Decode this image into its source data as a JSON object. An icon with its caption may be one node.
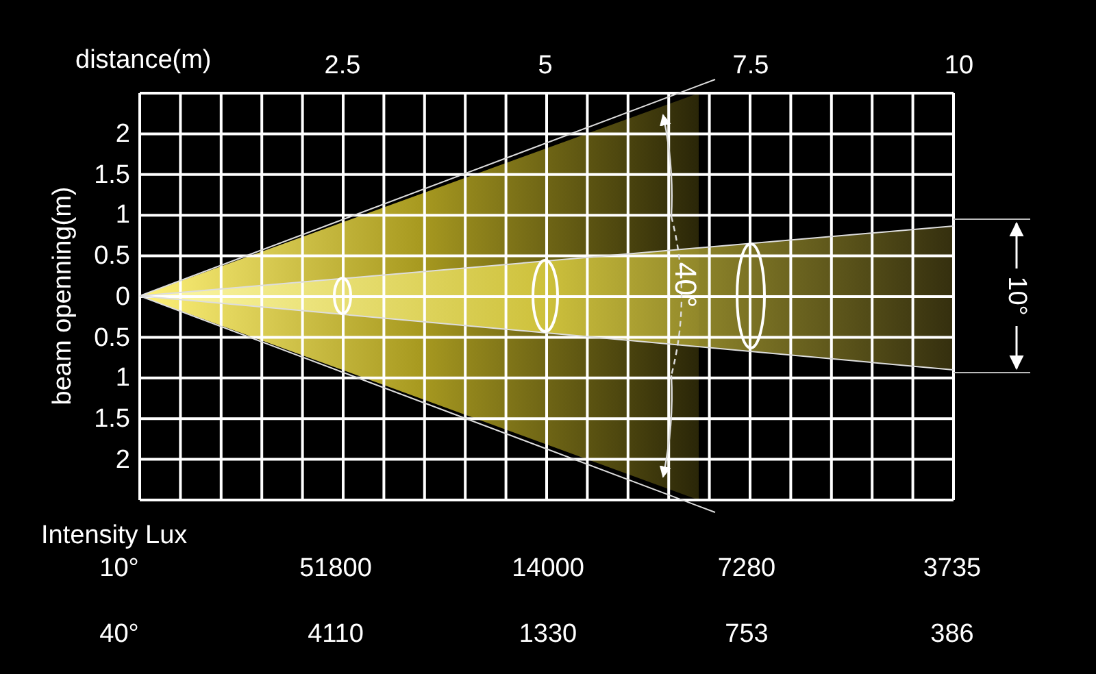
{
  "diagram": {
    "labels": [
      "distance(m)",
      "2.5",
      "5",
      "7.5",
      "10",
      "2",
      "1.5",
      "1",
      "0.5",
      "0",
      "0.5",
      "1",
      "1.5",
      "2",
      "beam openning(m)",
      "40°",
      "10°",
      "Intensity Lux",
      "10°",
      "51800",
      "14000",
      "7280",
      "3735",
      "40°",
      "4110",
      "1330",
      "753",
      "386"
    ]
  }
}
